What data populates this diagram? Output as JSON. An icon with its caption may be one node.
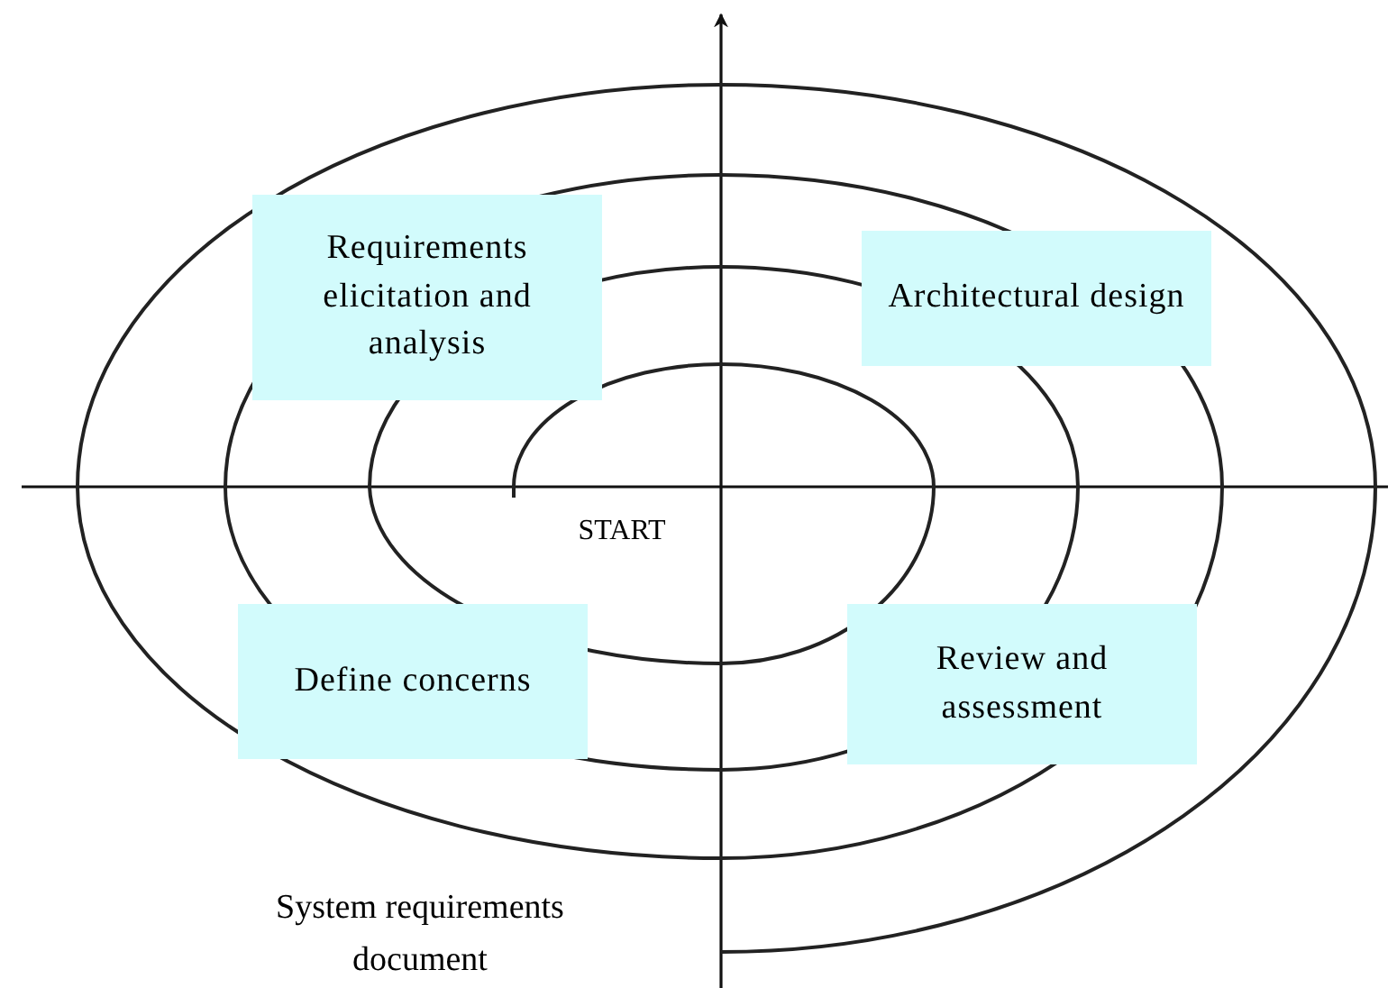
{
  "diagram": {
    "nodes": [
      {
        "text": [
          "Requirements elicitation and analysis"
        ]
      },
      {
        "text": [
          "Architectural design"
        ]
      },
      {
        "text": [
          "Define concerns"
        ]
      },
      {
        "text": [
          "Review and assessment"
        ]
      }
    ],
    "labels": [
      "START",
      "System requirements document"
    ]
  }
}
